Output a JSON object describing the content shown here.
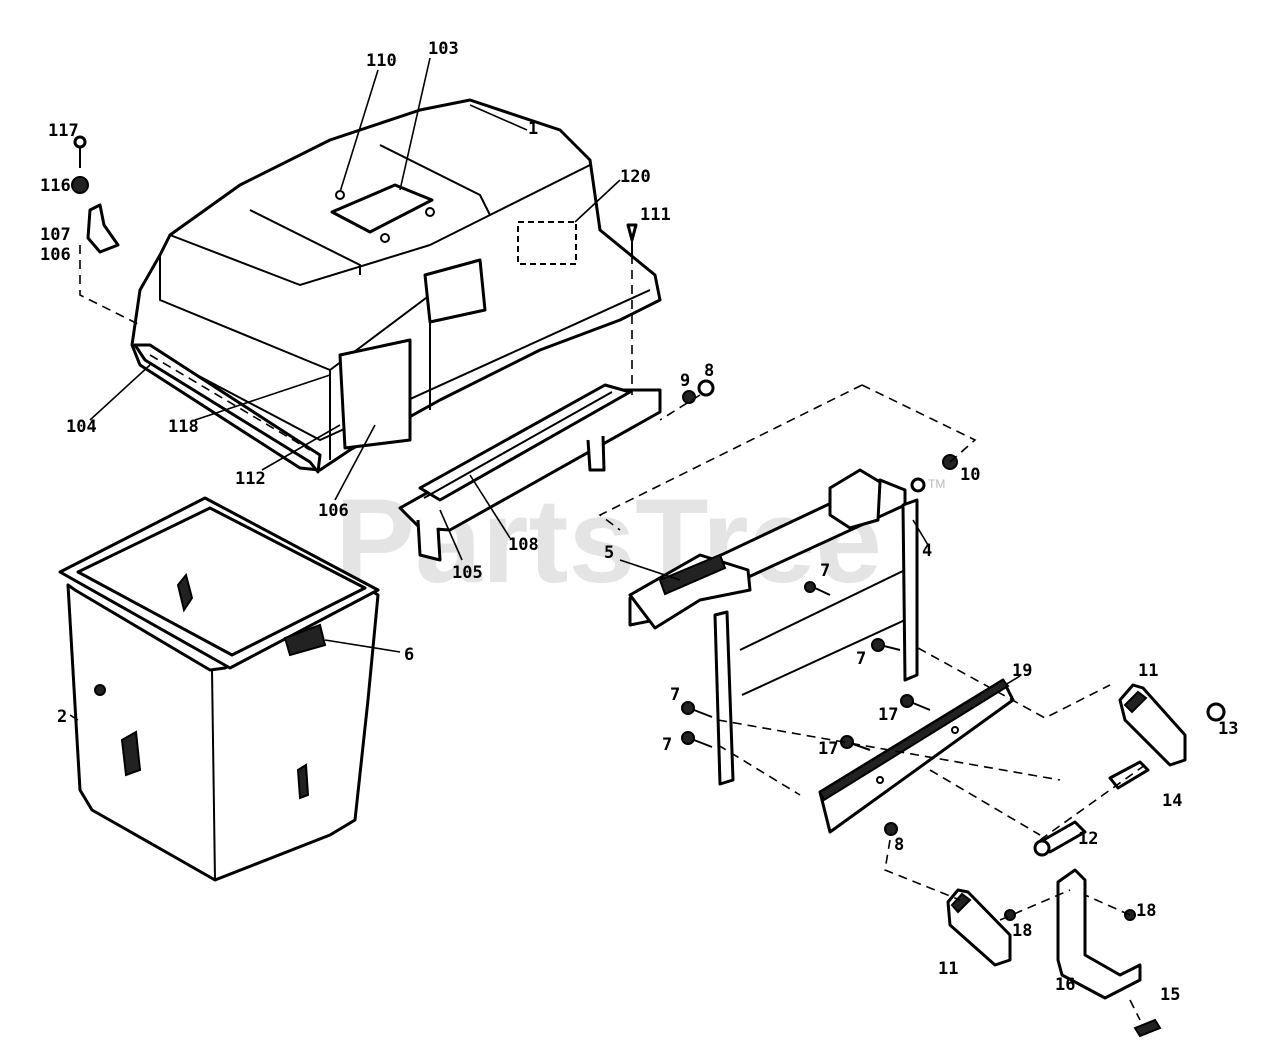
{
  "watermark": {
    "text": "PartsTree",
    "mark": "TM"
  },
  "callouts": [
    {
      "label": "110"
    },
    {
      "label": "103"
    },
    {
      "label": "1"
    },
    {
      "label": "117"
    },
    {
      "label": "116"
    },
    {
      "label": "107"
    },
    {
      "label": "106"
    },
    {
      "label": "120"
    },
    {
      "label": "111"
    },
    {
      "label": "9"
    },
    {
      "label": "8"
    },
    {
      "label": "104"
    },
    {
      "label": "118"
    },
    {
      "label": "112"
    },
    {
      "label": "106"
    },
    {
      "label": "108"
    },
    {
      "label": "105"
    },
    {
      "label": "10"
    },
    {
      "label": "4"
    },
    {
      "label": "5"
    },
    {
      "label": "7"
    },
    {
      "label": "7"
    },
    {
      "label": "7"
    },
    {
      "label": "7"
    },
    {
      "label": "17"
    },
    {
      "label": "17"
    },
    {
      "label": "19"
    },
    {
      "label": "11"
    },
    {
      "label": "13"
    },
    {
      "label": "14"
    },
    {
      "label": "12"
    },
    {
      "label": "8"
    },
    {
      "label": "6"
    },
    {
      "label": "2"
    },
    {
      "label": "18"
    },
    {
      "label": "11"
    },
    {
      "label": "18"
    },
    {
      "label": "16"
    },
    {
      "label": "15"
    }
  ]
}
